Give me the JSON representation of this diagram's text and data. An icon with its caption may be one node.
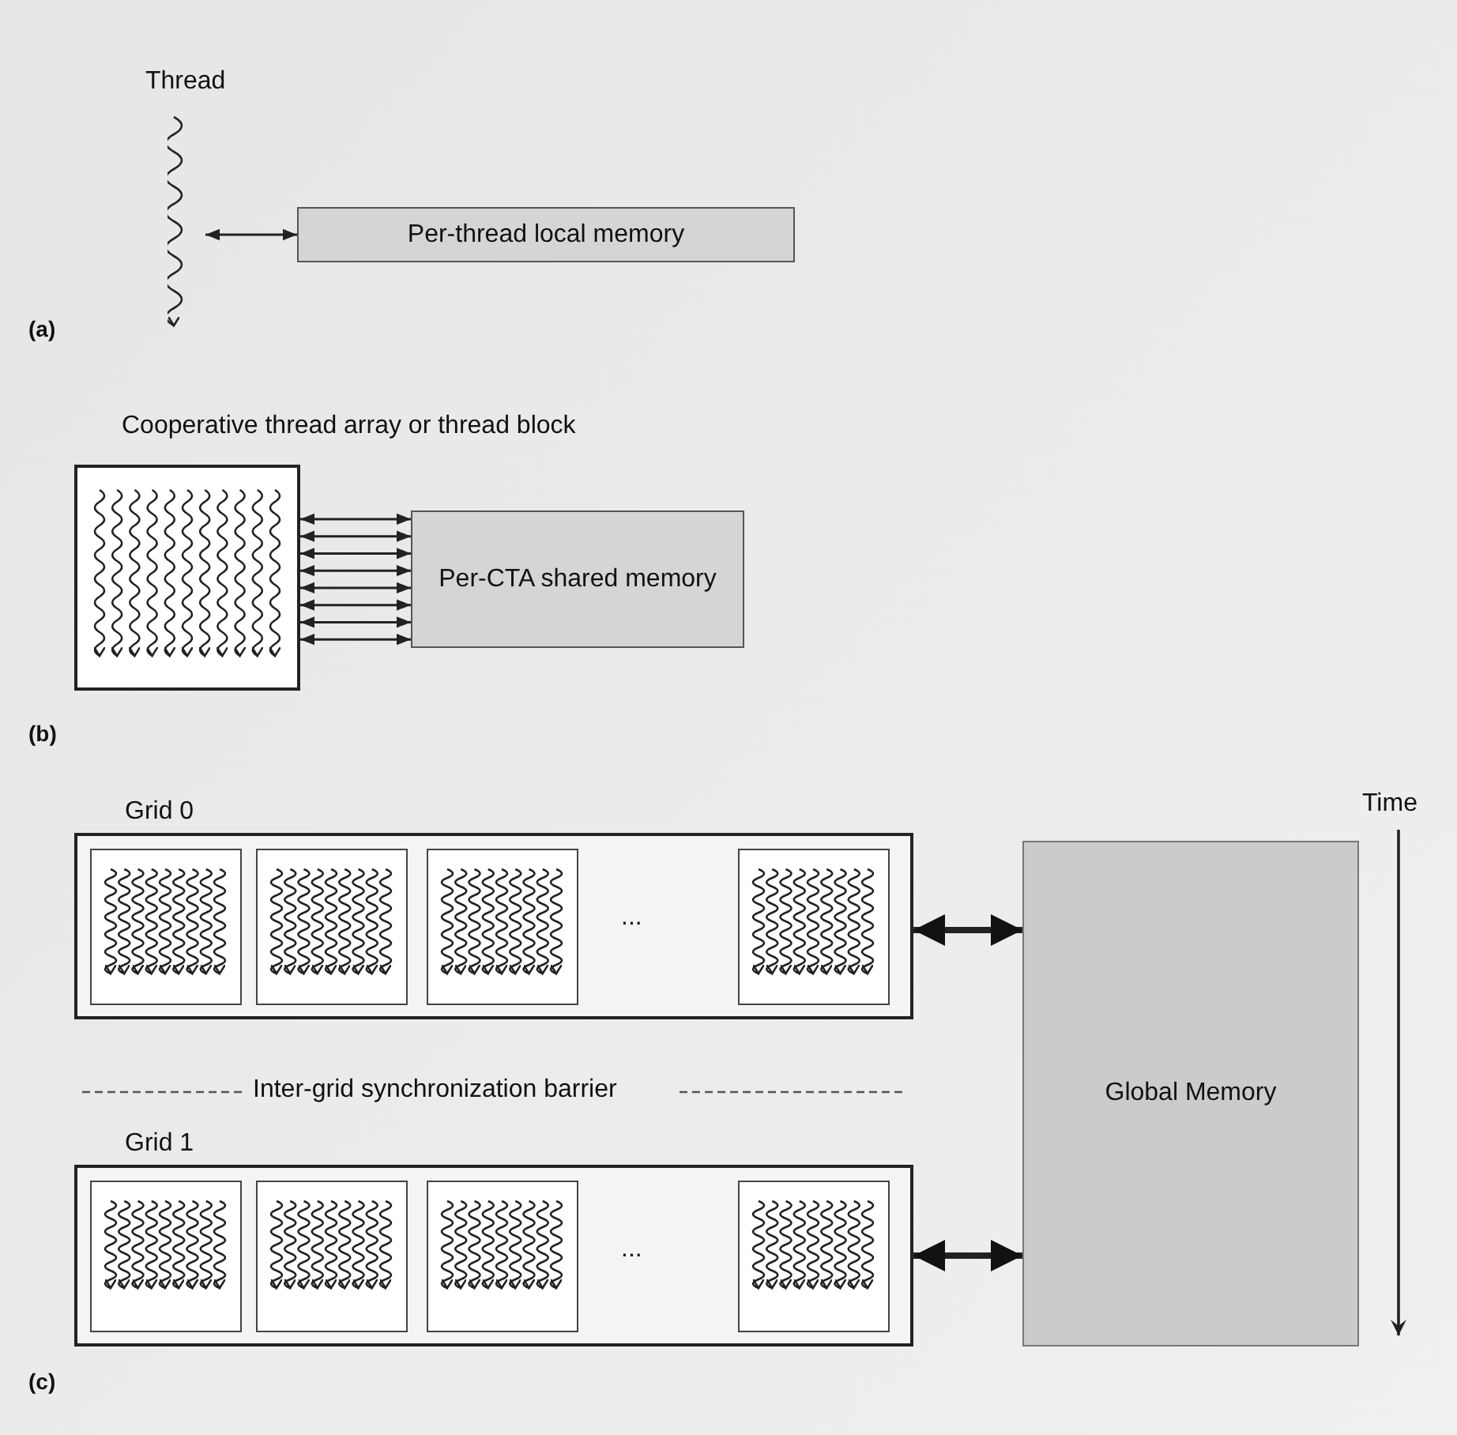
{
  "diagram": {
    "nodes": [
      {
        "text": [
          "Thread"
        ]
      },
      {
        "text": [
          "Per-thread local memory"
        ]
      },
      {
        "text": [
          "Cooperative thread array or thread block"
        ]
      },
      {
        "text": [
          "Per-CTA shared memory"
        ]
      },
      {
        "text": [
          "Grid 0"
        ]
      },
      {
        "text": [],
        "shape": "box",
        "in": 4
      },
      {
        "text": [],
        "shape": "box",
        "in": 4
      },
      {
        "text": [],
        "shape": "box",
        "in": 4
      },
      {
        "text": [],
        "shape": "box",
        "in": 4
      },
      {
        "text": [
          "Grid 1"
        ]
      },
      {
        "text": [],
        "shape": "box",
        "in": 9
      },
      {
        "text": [],
        "shape": "box",
        "in": 9
      },
      {
        "text": [],
        "shape": "box",
        "in": 9
      },
      {
        "text": [],
        "shape": "box",
        "in": 9
      },
      {
        "text": [
          "Global Memory"
        ]
      }
    ],
    "edges": [
      {
        "from": 0,
        "to": 1,
        "arrow": "both"
      },
      {
        "from": 2,
        "to": 3,
        "arrow": "both"
      },
      {
        "from": 2,
        "to": 3,
        "arrow": "both"
      },
      {
        "from": 2,
        "to": 3,
        "arrow": "both"
      },
      {
        "from": 2,
        "to": 3,
        "arrow": "both"
      },
      {
        "from": 2,
        "to": 3,
        "arrow": "both"
      },
      {
        "from": 2,
        "to": 3,
        "arrow": "both"
      },
      {
        "from": 2,
        "to": 3,
        "arrow": "both"
      },
      {
        "from": 2,
        "to": 3,
        "arrow": "both"
      },
      {
        "from": 4,
        "to": 14,
        "arrow": "both",
        "style": "thick"
      },
      {
        "from": 9,
        "to": 14,
        "arrow": "both",
        "style": "thick"
      }
    ],
    "labels": [
      "(a)",
      "(b)",
      "Time",
      "...",
      "Inter-grid synchronization barrier",
      "...",
      "(c)"
    ]
  }
}
